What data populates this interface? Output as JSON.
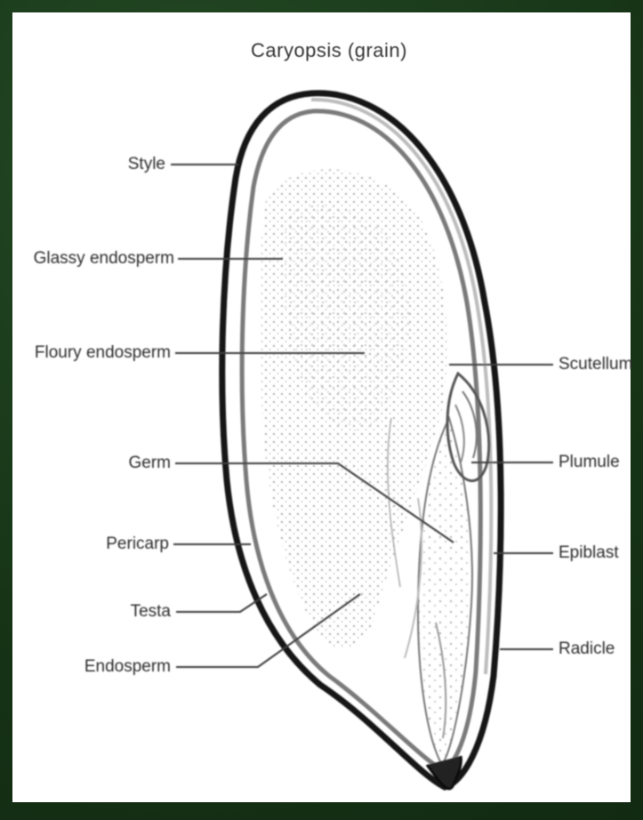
{
  "title": "Caryopsis (grain)",
  "labels_left": [
    "Style",
    "Glassy endosperm",
    "Floury endosperm",
    "Germ",
    "Pericarp",
    "Testa",
    "Endosperm"
  ],
  "labels_right": [
    "Scutellum",
    "Plumule",
    "Epiblast",
    "Radicle"
  ],
  "colors": {
    "background": "#1e3a1e",
    "panel": "#ffffff",
    "ink": "#2a2a2a"
  }
}
